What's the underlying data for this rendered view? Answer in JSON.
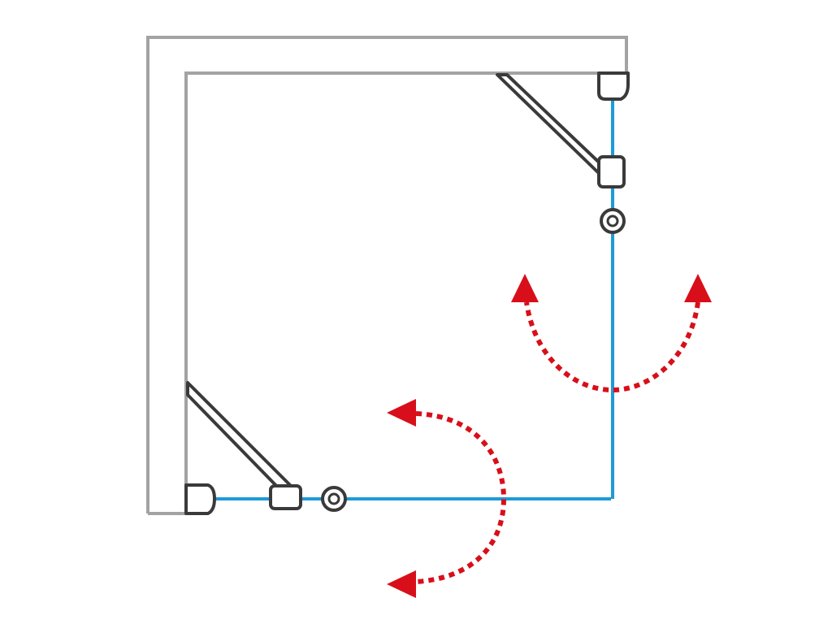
{
  "diagram": {
    "kind": "shower-enclosure-plan",
    "colors": {
      "wall": "#a3a3a3",
      "hardware": "#3a3a3a",
      "glass": "#1e9bd7",
      "arrow": "#d80f1a",
      "background": "#ffffff"
    },
    "parts": [
      "wall-corner",
      "fixed-panel-top",
      "fixed-panel-left",
      "door-right",
      "door-bottom",
      "swing-arrows"
    ]
  }
}
